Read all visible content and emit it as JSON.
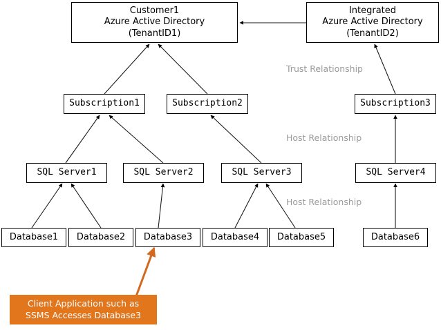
{
  "diagram": {
    "title": "Azure Active Directory tenant, subscription, SQL server and database relationship diagram",
    "colors": {
      "box_border": "#000000",
      "box_fill": "#ffffff",
      "connector": "#1a1a1a",
      "label_text": "#9a9a9a",
      "callout_fill": "#e2761c",
      "callout_text": "#ffffff",
      "callout_arrow": "#d2691e"
    },
    "tenants": [
      {
        "id": "customer1-aad",
        "lines": [
          "Customer1",
          "Azure Active Directory",
          "(TenantID1)"
        ]
      },
      {
        "id": "integrated-aad",
        "lines": [
          "Integrated",
          "Azure Active Directory",
          "(TenantID2)"
        ]
      }
    ],
    "subscriptions": [
      {
        "id": "subscription1",
        "label": "Subscription1"
      },
      {
        "id": "subscription2",
        "label": "Subscription2"
      },
      {
        "id": "subscription3",
        "label": "Subscription3"
      }
    ],
    "servers": [
      {
        "id": "sql-server1",
        "label": "SQL Server1"
      },
      {
        "id": "sql-server2",
        "label": "SQL Server2"
      },
      {
        "id": "sql-server3",
        "label": "SQL Server3"
      },
      {
        "id": "sql-server4",
        "label": "SQL Server4"
      }
    ],
    "databases": [
      {
        "id": "database1",
        "label": "Database1"
      },
      {
        "id": "database2",
        "label": "Database2"
      },
      {
        "id": "database3",
        "label": "Database3"
      },
      {
        "id": "database4",
        "label": "Database4"
      },
      {
        "id": "database5",
        "label": "Database5"
      },
      {
        "id": "database6",
        "label": "Database6"
      }
    ],
    "relationship_labels": [
      {
        "id": "trust-relationship",
        "text": "Trust Relationship"
      },
      {
        "id": "host-relationship-subscription",
        "text": "Host Relationship"
      },
      {
        "id": "host-relationship-server",
        "text": "Host Relationship"
      }
    ],
    "callout": {
      "id": "client-application-callout",
      "lines": [
        "Client Application such as",
        "SSMS Accesses Database3"
      ]
    }
  }
}
